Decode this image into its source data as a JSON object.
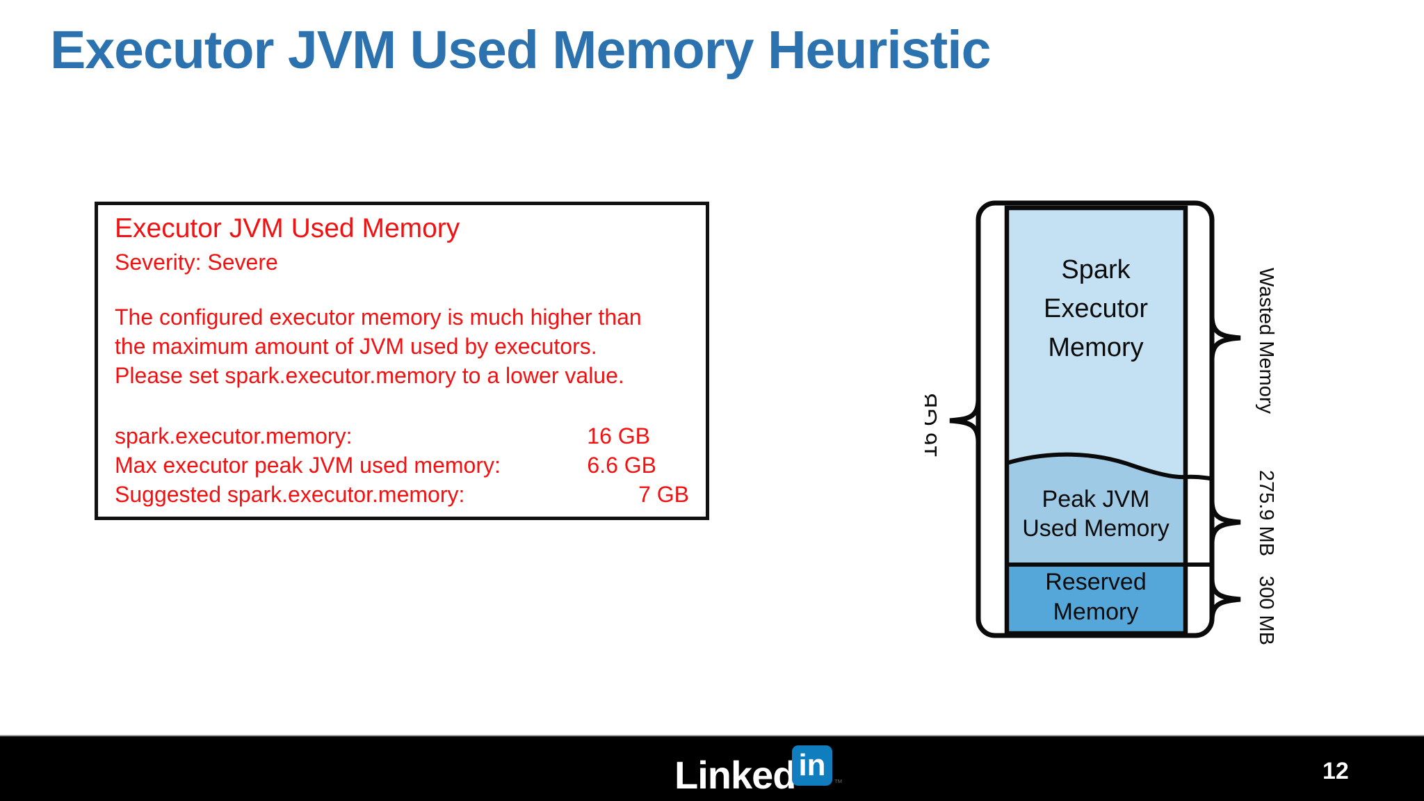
{
  "slide": {
    "title": "Executor JVM Used Memory Heuristic",
    "colors": {
      "title_blue": "#2B72AE",
      "alert_red": "#F21010",
      "memory_light_blue": "#C4E1F3",
      "memory_mid_blue": "#9FCAE6",
      "memory_dark_blue": "#55A7D9",
      "linkedin_blue": "#0F7DBE",
      "footer_black": "#000000"
    }
  },
  "heuristic_box": {
    "heading": "Executor JVM Used Memory",
    "severity": "Severity: Severe",
    "description": "The configured executor memory is much higher than\nthe maximum amount of JVM used by executors.\nPlease set spark.executor.memory  to a lower value.",
    "metrics": [
      {
        "label": "spark.executor.memory:",
        "value": "16 GB"
      },
      {
        "label": "Max executor peak JVM used memory:",
        "value": "6.6 GB"
      },
      {
        "label": "Suggested spark.executor.memory:",
        "value": "7 GB"
      }
    ]
  },
  "diagram": {
    "total": {
      "label": "16 GB"
    },
    "spark_executor": {
      "lines": [
        "Spark",
        "Executor",
        "Memory"
      ],
      "annotation": "Wasted Memory"
    },
    "peak_jvm": {
      "lines": [
        "Peak JVM",
        "Used Memory"
      ],
      "annotation": "275.9 MB"
    },
    "reserved": {
      "lines": [
        "Reserved",
        "Memory"
      ],
      "annotation": "300 MB"
    }
  },
  "footer": {
    "brand_text": "Linked",
    "brand_badge": "in",
    "trademark": "™",
    "page_number": "12"
  }
}
